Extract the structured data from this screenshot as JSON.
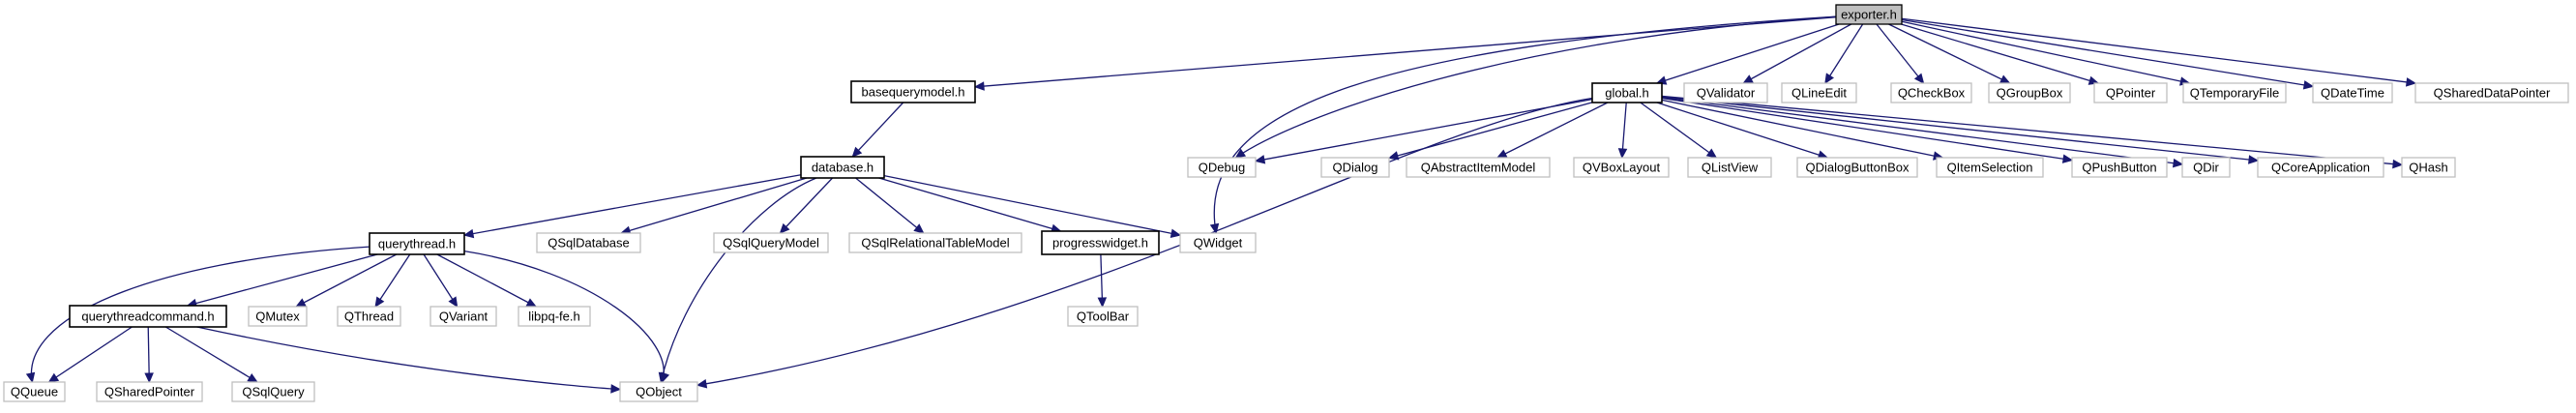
{
  "diagram": {
    "type": "include-dependency-graph",
    "colors": {
      "edge": "#191970",
      "focus_fill": "#bfbfbf",
      "local_border": "#000000",
      "external_border": "#bfbfbf"
    },
    "nodes": [
      {
        "id": "exporter",
        "label": "exporter.h",
        "kind": "focus"
      },
      {
        "id": "basequerymodel",
        "label": "basequerymodel.h",
        "kind": "local"
      },
      {
        "id": "global",
        "label": "global.h",
        "kind": "local"
      },
      {
        "id": "QValidator",
        "label": "QValidator",
        "kind": "external"
      },
      {
        "id": "QLineEdit",
        "label": "QLineEdit",
        "kind": "external"
      },
      {
        "id": "QCheckBox",
        "label": "QCheckBox",
        "kind": "external"
      },
      {
        "id": "QGroupBox",
        "label": "QGroupBox",
        "kind": "external"
      },
      {
        "id": "QPointer",
        "label": "QPointer",
        "kind": "external"
      },
      {
        "id": "QTemporaryFile",
        "label": "QTemporaryFile",
        "kind": "external"
      },
      {
        "id": "QDateTime",
        "label": "QDateTime",
        "kind": "external"
      },
      {
        "id": "QSharedDataPointer",
        "label": "QSharedDataPointer",
        "kind": "external"
      },
      {
        "id": "database",
        "label": "database.h",
        "kind": "local"
      },
      {
        "id": "QDebug",
        "label": "QDebug",
        "kind": "external"
      },
      {
        "id": "QDialog",
        "label": "QDialog",
        "kind": "external"
      },
      {
        "id": "QAbstractItemModel",
        "label": "QAbstractItemModel",
        "kind": "external"
      },
      {
        "id": "QVBoxLayout",
        "label": "QVBoxLayout",
        "kind": "external"
      },
      {
        "id": "QListView",
        "label": "QListView",
        "kind": "external"
      },
      {
        "id": "QDialogButtonBox",
        "label": "QDialogButtonBox",
        "kind": "external"
      },
      {
        "id": "QItemSelection",
        "label": "QItemSelection",
        "kind": "external"
      },
      {
        "id": "QPushButton",
        "label": "QPushButton",
        "kind": "external"
      },
      {
        "id": "QDir",
        "label": "QDir",
        "kind": "external"
      },
      {
        "id": "QCoreApplication",
        "label": "QCoreApplication",
        "kind": "external"
      },
      {
        "id": "QHash",
        "label": "QHash",
        "kind": "external"
      },
      {
        "id": "querythread",
        "label": "querythread.h",
        "kind": "local"
      },
      {
        "id": "QSqlDatabase",
        "label": "QSqlDatabase",
        "kind": "external"
      },
      {
        "id": "QSqlQueryModel",
        "label": "QSqlQueryModel",
        "kind": "external"
      },
      {
        "id": "QSqlRelationalTableModel",
        "label": "QSqlRelationalTableModel",
        "kind": "external"
      },
      {
        "id": "progresswidget",
        "label": "progresswidget.h",
        "kind": "local"
      },
      {
        "id": "QWidget",
        "label": "QWidget",
        "kind": "external"
      },
      {
        "id": "querythreadcommand",
        "label": "querythreadcommand.h",
        "kind": "local"
      },
      {
        "id": "QMutex",
        "label": "QMutex",
        "kind": "external"
      },
      {
        "id": "QThread",
        "label": "QThread",
        "kind": "external"
      },
      {
        "id": "QVariant",
        "label": "QVariant",
        "kind": "external"
      },
      {
        "id": "libpqfe",
        "label": "libpq-fe.h",
        "kind": "external"
      },
      {
        "id": "QToolBar",
        "label": "QToolBar",
        "kind": "external"
      },
      {
        "id": "QQueue",
        "label": "QQueue",
        "kind": "external"
      },
      {
        "id": "QSharedPointer",
        "label": "QSharedPointer",
        "kind": "external"
      },
      {
        "id": "QSqlQuery",
        "label": "QSqlQuery",
        "kind": "external"
      },
      {
        "id": "QObject",
        "label": "QObject",
        "kind": "external"
      }
    ],
    "edges": [
      [
        "exporter",
        "basequerymodel"
      ],
      [
        "exporter",
        "global"
      ],
      [
        "exporter",
        "QValidator"
      ],
      [
        "exporter",
        "QLineEdit"
      ],
      [
        "exporter",
        "QCheckBox"
      ],
      [
        "exporter",
        "QGroupBox"
      ],
      [
        "exporter",
        "QPointer"
      ],
      [
        "exporter",
        "QTemporaryFile"
      ],
      [
        "exporter",
        "QDateTime"
      ],
      [
        "exporter",
        "QSharedDataPointer"
      ],
      [
        "exporter",
        "QDebug"
      ],
      [
        "exporter",
        "QWidget"
      ],
      [
        "basequerymodel",
        "database"
      ],
      [
        "global",
        "QDebug"
      ],
      [
        "global",
        "QDialog"
      ],
      [
        "global",
        "QAbstractItemModel"
      ],
      [
        "global",
        "QVBoxLayout"
      ],
      [
        "global",
        "QListView"
      ],
      [
        "global",
        "QDialogButtonBox"
      ],
      [
        "global",
        "QItemSelection"
      ],
      [
        "global",
        "QPushButton"
      ],
      [
        "global",
        "QDir"
      ],
      [
        "global",
        "QCoreApplication"
      ],
      [
        "global",
        "QHash"
      ],
      [
        "global",
        "QObject"
      ],
      [
        "database",
        "querythread"
      ],
      [
        "database",
        "QSqlDatabase"
      ],
      [
        "database",
        "QSqlQueryModel"
      ],
      [
        "database",
        "QSqlRelationalTableModel"
      ],
      [
        "database",
        "progresswidget"
      ],
      [
        "database",
        "QWidget"
      ],
      [
        "database",
        "QObject"
      ],
      [
        "progresswidget",
        "QToolBar"
      ],
      [
        "querythread",
        "querythreadcommand"
      ],
      [
        "querythread",
        "QMutex"
      ],
      [
        "querythread",
        "QThread"
      ],
      [
        "querythread",
        "QVariant"
      ],
      [
        "querythread",
        "libpqfe"
      ],
      [
        "querythread",
        "QQueue"
      ],
      [
        "querythread",
        "QObject"
      ],
      [
        "querythreadcommand",
        "QQueue"
      ],
      [
        "querythreadcommand",
        "QSharedPointer"
      ],
      [
        "querythreadcommand",
        "QSqlQuery"
      ],
      [
        "querythreadcommand",
        "QObject"
      ]
    ]
  }
}
